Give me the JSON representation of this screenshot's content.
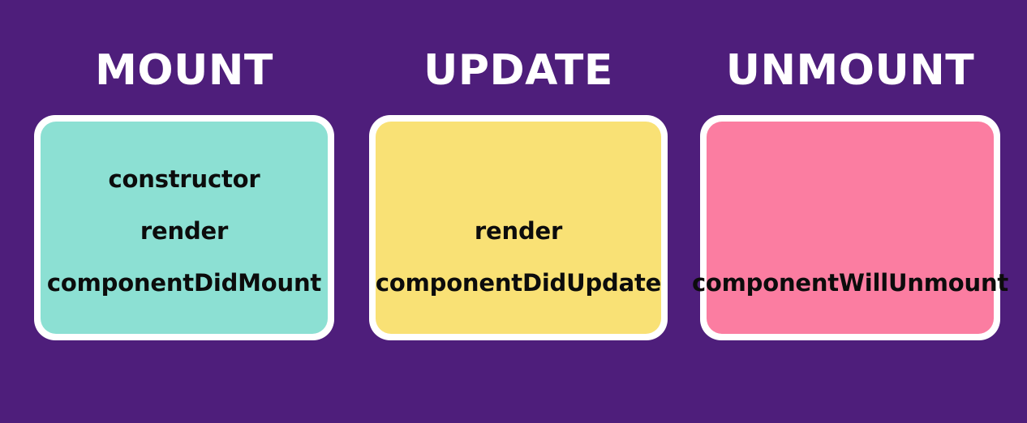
{
  "theme": {
    "background": "#4E1E7B",
    "title_color": "#FFFFFF",
    "card_border_color": "#FFFFFF",
    "item_text_color": "#0C0C0C"
  },
  "columns": [
    {
      "title": "MOUNT",
      "card_color": "#8CE0D3",
      "card_color_name": "teal",
      "items": [
        {
          "label": "constructor"
        },
        {
          "label": "render"
        },
        {
          "label": "componentDidMount"
        }
      ]
    },
    {
      "title": "UPDATE",
      "card_color": "#F9E175",
      "card_color_name": "yellow",
      "items": [
        {
          "label": "render"
        },
        {
          "label": "componentDidUpdate"
        }
      ]
    },
    {
      "title": "UNMOUNT",
      "card_color": "#FB7DA1",
      "card_color_name": "pink",
      "items": [
        {
          "label": "componentWillUnmount"
        }
      ]
    }
  ]
}
